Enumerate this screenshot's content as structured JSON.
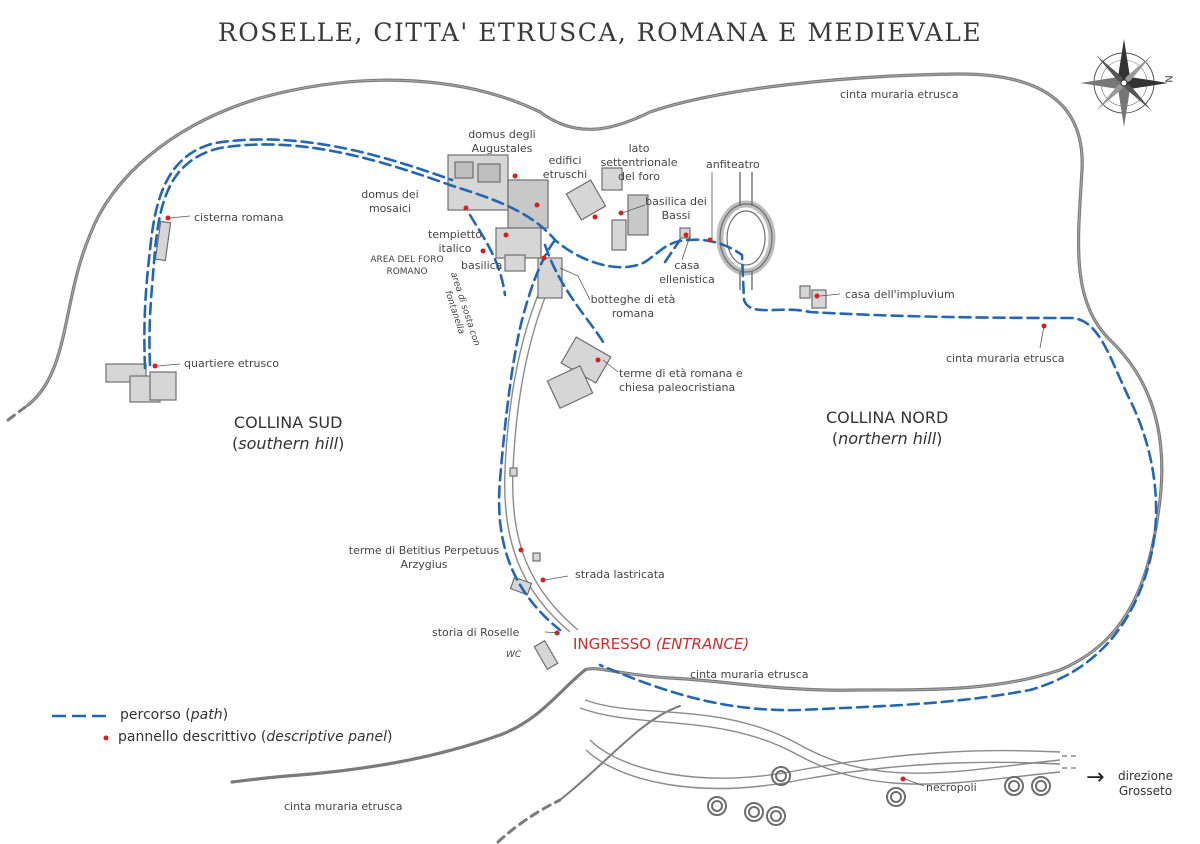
{
  "title": "ROSELLE, CITTA' ETRUSCA, ROMANA E MEDIEVALE",
  "compass": {
    "north_letter": "N"
  },
  "hills": {
    "south": {
      "name": "COLLINA SUD",
      "english": "southern hill"
    },
    "north": {
      "name": "COLLINA NORD",
      "english": "northern hill"
    }
  },
  "entrance": {
    "name": "INGRESSO",
    "english": "ENTRANCE"
  },
  "labels": {
    "wall_top": "cinta muraria etrusca",
    "wall_right": "cinta muraria etrusca",
    "wall_bottom": "cinta muraria etrusca",
    "wall_outer": "cinta muraria etrusca",
    "cisterna": "cisterna romana",
    "quartiere": "quartiere etrusco",
    "domus_augustales": "domus degli Augustales",
    "edifici": "edifici etruschi",
    "lato": "lato settentrionale del foro",
    "basilica_bassi": "basilica dei Bassi",
    "anfiteatro": "anfiteatro",
    "casa_ellenistica": "casa ellenistica",
    "casa_impluvium": "casa dell'impluvium",
    "domus_mosaici": "domus dei mosaici",
    "tempietto": "tempietto italico",
    "area_foro": "AREA DEL FORO ROMANO",
    "basilica": "basilica",
    "area_sosta": "area di sosta con fontanella",
    "botteghe": "botteghe di età romana",
    "terme_romana": "terme di età romana e chiesa paleocristiana",
    "terme_betitius": "terme di Betitius Perpetuus Arzygius",
    "strada": "strada lastricata",
    "storia": "storia di Roselle",
    "wc": "WC",
    "necropoli": "necropoli"
  },
  "legend": {
    "path_label": "percorso",
    "path_english": "path",
    "panel_label": "pannello descrittivo",
    "panel_english": "descriptive panel"
  },
  "direction": {
    "line1": "direzione",
    "line2": "Grosseto"
  },
  "colors": {
    "path": "#2467b0",
    "panel_dot": "#d32020",
    "wall": "#7a7a7a",
    "ruins": "#9a9a9a",
    "entrance_text": "#cf2b2b"
  }
}
